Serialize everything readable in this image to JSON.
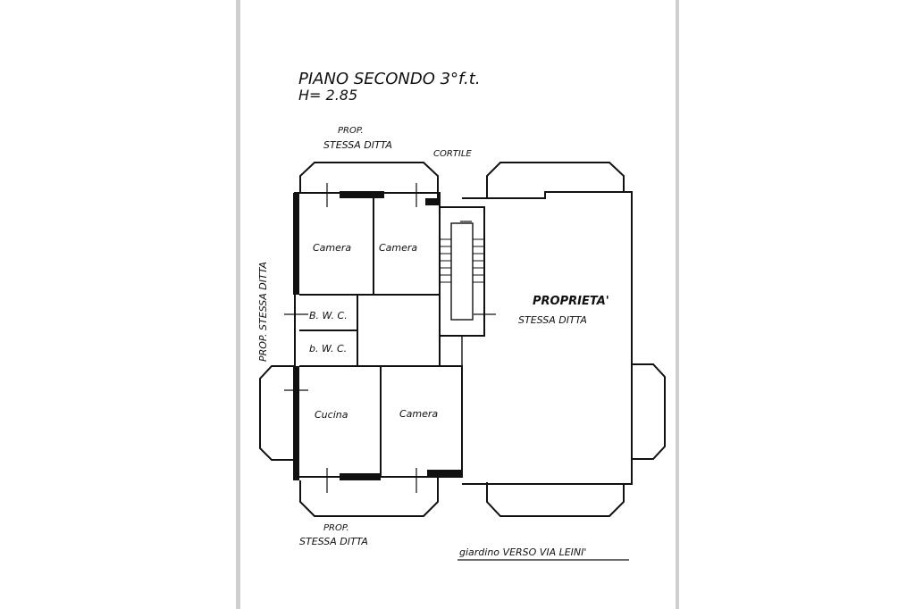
{
  "title": {
    "line1": "PIANO SECONDO 3°f.t.",
    "line2": "H= 2.85"
  },
  "labels": {
    "top_prop": "PROP.",
    "top_stessa": "STESSA DITTA",
    "cortile": "CORTILE",
    "left_side": "PROP. STESSA DITTA",
    "bottom_prop": "PROP.",
    "bottom_stessa": "STESSA DITTA",
    "proprieta": "PROPRIETA'",
    "proprieta_sub": "STESSA DITTA",
    "giardino": "giardino VERSO VIA LEINI'"
  },
  "rooms": {
    "camera_1": "Camera",
    "camera_2": "Camera",
    "bwc_1": "B. W. C.",
    "bwc_2": "b. W. C.",
    "cucina": "Cucina",
    "camera_3": "Camera"
  }
}
